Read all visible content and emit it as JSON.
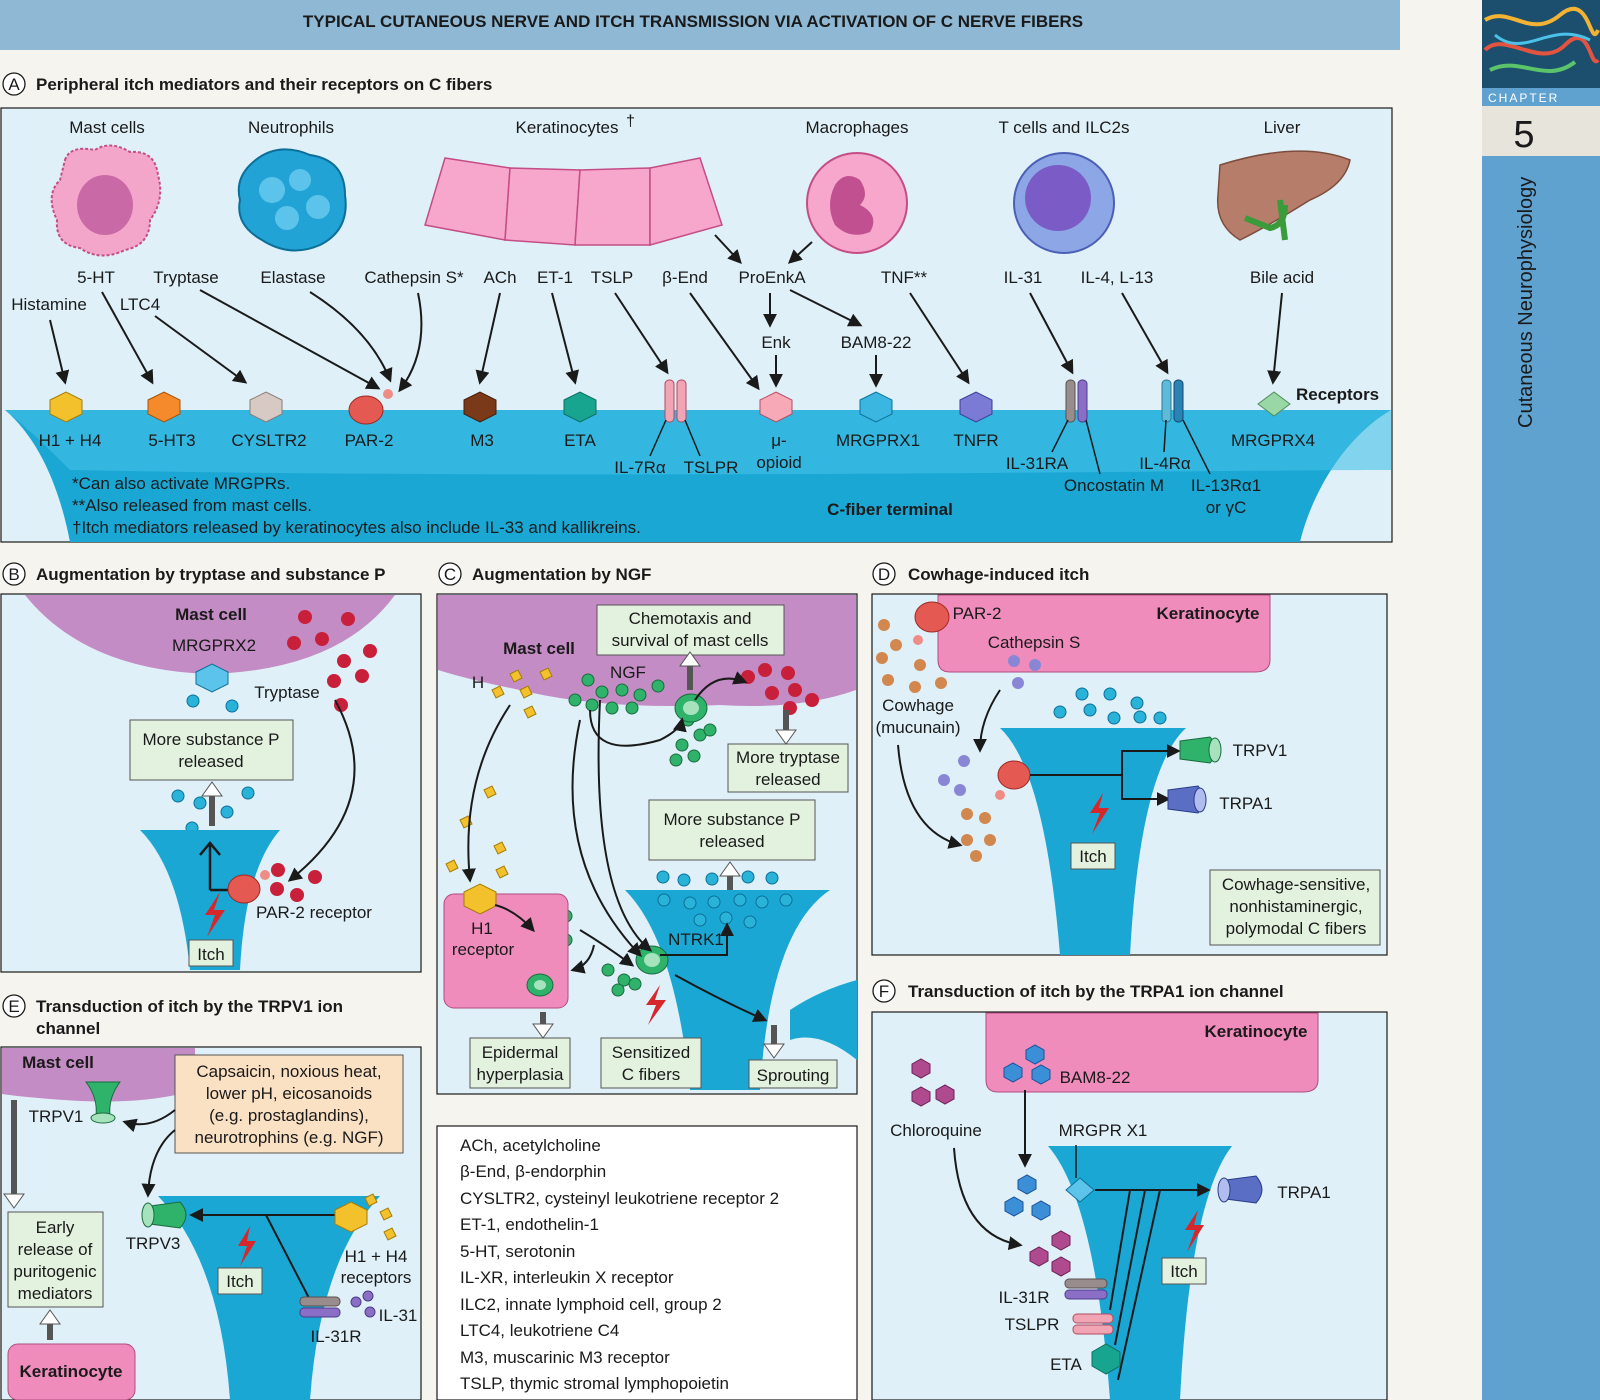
{
  "header": {
    "title": "TYPICAL CUTANEOUS NERVE AND ITCH TRANSMISSION VIA ACTIVATION OF C NERVE FIBERS"
  },
  "sidebar": {
    "chapter_label": "CHAPTER",
    "chapter_number": "5",
    "section": "Cutaneous Neurophysiology"
  },
  "panel_a": {
    "letter": "A",
    "title": "Peripheral itch mediators and their receptors on C fibers",
    "cells": [
      "Mast cells",
      "Neutrophils",
      "Keratinocytes",
      "Macrophages",
      "T cells and ILC2s",
      "Liver"
    ],
    "keratinocyte_mark": "†",
    "mediators": [
      "5-HT",
      "Tryptase",
      "Elastase",
      "Cathepsin S*",
      "ACh",
      "ET-1",
      "TSLP",
      "β-End",
      "ProEnkA",
      "TNF**",
      "IL-31",
      "IL-4, L-13",
      "Bile acid",
      "Histamine",
      "LTC4",
      "Enk",
      "BAM8-22"
    ],
    "receptors_label": "Receptors",
    "receptors": [
      "H1 + H4",
      "5-HT3",
      "CYSLTR2",
      "PAR-2",
      "M3",
      "ETA",
      "IL-7Rα",
      "TSLPR",
      "μ-",
      "opioid",
      "MRGPRX1",
      "TNFR",
      "IL-31RA",
      "Oncostatin M",
      "IL-4Rα",
      "IL-13Rα1",
      "or γC",
      "MRGPRX4"
    ],
    "terminal_label": "C-fiber terminal",
    "footnotes": [
      "*Can also activate MRGPRs.",
      "**Also released from mast cells.",
      "†Itch mediators released by keratinocytes also include IL-33 and kallikreins."
    ]
  },
  "panel_b": {
    "letter": "B",
    "title": "Augmentation by tryptase and substance P",
    "labels": [
      "Mast cell",
      "MRGPRX2",
      "Tryptase",
      "More substance P",
      "released",
      "PAR-2 receptor",
      "Itch"
    ]
  },
  "panel_c": {
    "letter": "C",
    "title": "Augmentation by NGF",
    "labels": [
      "Mast cell",
      "Chemotaxis and",
      "survival of mast cells",
      "NGF",
      "H",
      "More tryptase",
      "released",
      "More substance P",
      "released",
      "H1",
      "receptor",
      "NTRK1",
      "Epidermal",
      "hyperplasia",
      "Sensitized",
      "C fibers",
      "Sprouting"
    ]
  },
  "panel_d": {
    "letter": "D",
    "title": "Cowhage-induced itch",
    "labels": [
      "PAR-2",
      "Keratinocyte",
      "Cathepsin S",
      "Cowhage",
      "(mucunain)",
      "TRPV1",
      "TRPA1",
      "Itch",
      "Cowhage-sensitive,",
      "nonhistaminergic,",
      "polymodal C fibers"
    ]
  },
  "panel_e": {
    "letter": "E",
    "title_lines": [
      "Transduction of itch by the TRPV1 ion",
      "channel"
    ],
    "labels": [
      "Mast cell",
      "TRPV1",
      "Capsaicin, noxious heat,",
      "lower pH, eicosanoids",
      "(e.g. prostaglandins),",
      "neurotrophins (e.g. NGF)",
      "TRPV3",
      "Itch",
      "H1 + H4",
      "receptors",
      "IL-31",
      "IL-31R",
      "Early",
      "release of",
      "puritogenic",
      "mediators",
      "Keratinocyte"
    ]
  },
  "panel_f": {
    "letter": "F",
    "title": "Transduction of itch by the TRPA1 ion channel",
    "labels": [
      "Keratinocyte",
      "BAM8-22",
      "Chloroquine",
      "MRGPR X1",
      "TRPA1",
      "Itch",
      "IL-31R",
      "TSLPR",
      "ETA"
    ]
  },
  "glossary": [
    "ACh, acetylcholine",
    "β-End, β-endorphin",
    "CYSLTR2, cysteinyl leukotriene receptor 2",
    "ET-1, endothelin-1",
    "5-HT, serotonin",
    "IL-XR, interleukin X receptor",
    "ILC2, innate lymphoid cell, group 2",
    "LTC4, leukotriene C4",
    "M3, muscarinic M3 receptor",
    "TSLP, thymic stromal lymphopoietin"
  ],
  "colors": {
    "header_bg": "#8fb8d4",
    "panel_bg": "#dff0f8",
    "fiber": "#1aa7d4",
    "mast": "#c48cc4",
    "keratinocyte": "#f08cbc",
    "sidebar": "#5fa2cf",
    "itch_red": "#d6282a"
  }
}
